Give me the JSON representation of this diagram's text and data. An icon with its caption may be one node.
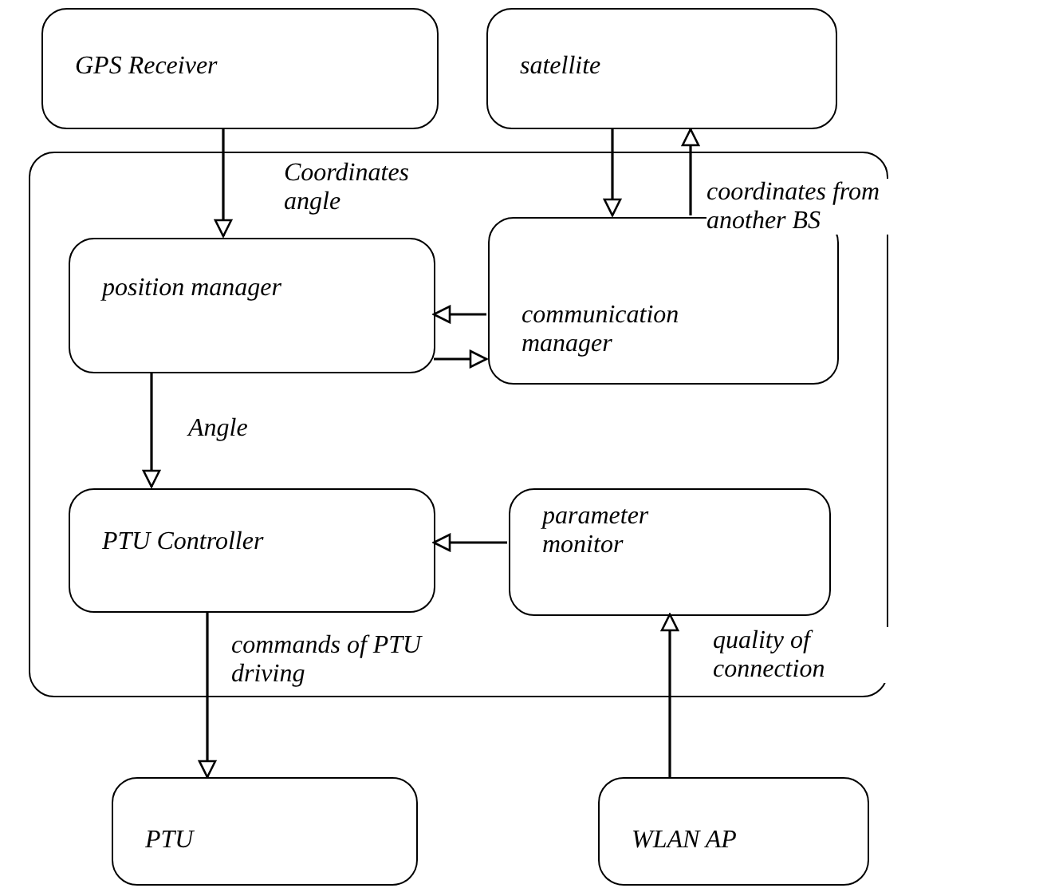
{
  "diagram": {
    "nodes": [
      {
        "text": [
          "GPS Receiver"
        ]
      },
      {
        "text": [
          "satellite"
        ]
      },
      {
        "text": [],
        "shape": "box"
      },
      {
        "text": [
          "position manager"
        ],
        "in": 2
      },
      {
        "text": [
          "communication manager"
        ],
        "in": 2
      },
      {
        "text": [
          "PTU Controller"
        ],
        "in": 2
      },
      {
        "text": [
          "parameter monitor"
        ],
        "in": 2
      },
      {
        "text": [
          "PTU"
        ]
      },
      {
        "text": [
          "WLAN AP"
        ]
      }
    ],
    "edges": [
      {
        "from": 0,
        "to": 3,
        "arrow": "to",
        "label": "Coordinates angle"
      },
      {
        "from": 1,
        "to": 4,
        "arrow": "to"
      },
      {
        "from": 4,
        "to": 1,
        "arrow": "to",
        "label": "coordinates from another BS"
      },
      {
        "from": 4,
        "to": 3,
        "arrow": "to"
      },
      {
        "from": 3,
        "to": 4,
        "arrow": "to"
      },
      {
        "from": 3,
        "to": 5,
        "arrow": "to",
        "label": "Angle"
      },
      {
        "from": 6,
        "to": 5,
        "arrow": "to"
      },
      {
        "from": 5,
        "to": 7,
        "arrow": "to",
        "label": "commands of PTU driving"
      },
      {
        "from": 8,
        "to": 6,
        "arrow": "to",
        "label": "quality of connection"
      }
    ]
  }
}
